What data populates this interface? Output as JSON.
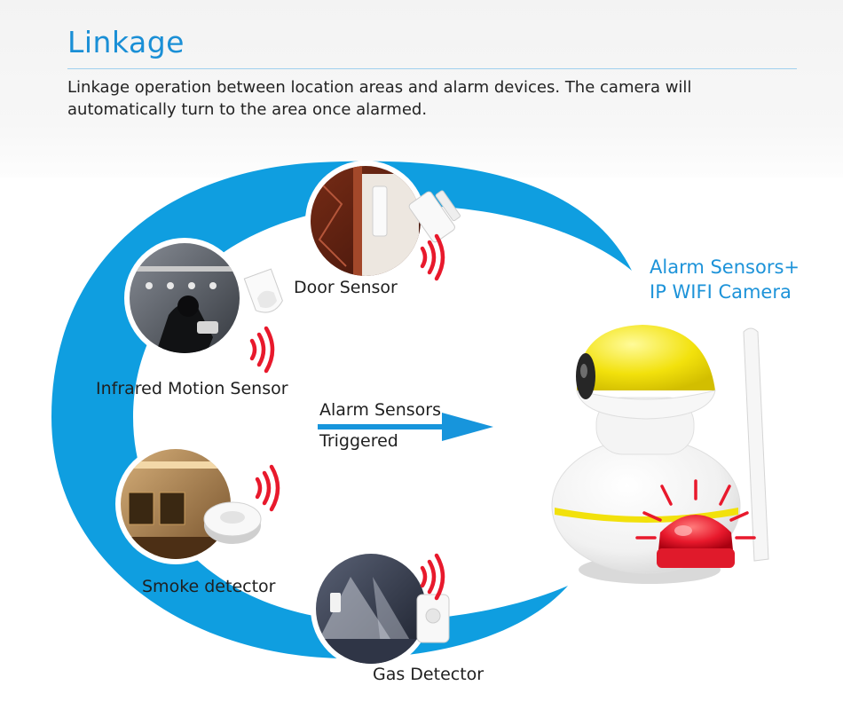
{
  "header": {
    "title": "Linkage",
    "description": "Linkage operation between location areas and alarm devices. The camera will automatically turn to the area once alarmed."
  },
  "labels": {
    "door_sensor": "Door Sensor",
    "motion_sensor": "Infrared Motion Sensor",
    "smoke_detector": "Smoke detector",
    "gas_detector": "Gas Detector",
    "camera_line1": "Alarm Sensors+",
    "camera_line2": "IP WIFI Camera",
    "arrow_top": "Alarm Sensors",
    "arrow_bottom": "Triggered"
  },
  "colors": {
    "accent_blue": "#0f9ee0",
    "title_blue": "#1a8fd6",
    "alarm_red": "#e8192c",
    "camera_yellow": "#f2e10c"
  },
  "icons": [
    "door-sensor-icon",
    "motion-sensor-icon",
    "smoke-detector-icon",
    "gas-detector-icon",
    "wireless-signal-icon",
    "ip-camera-icon",
    "alarm-beacon-icon",
    "arrow-right-icon"
  ]
}
